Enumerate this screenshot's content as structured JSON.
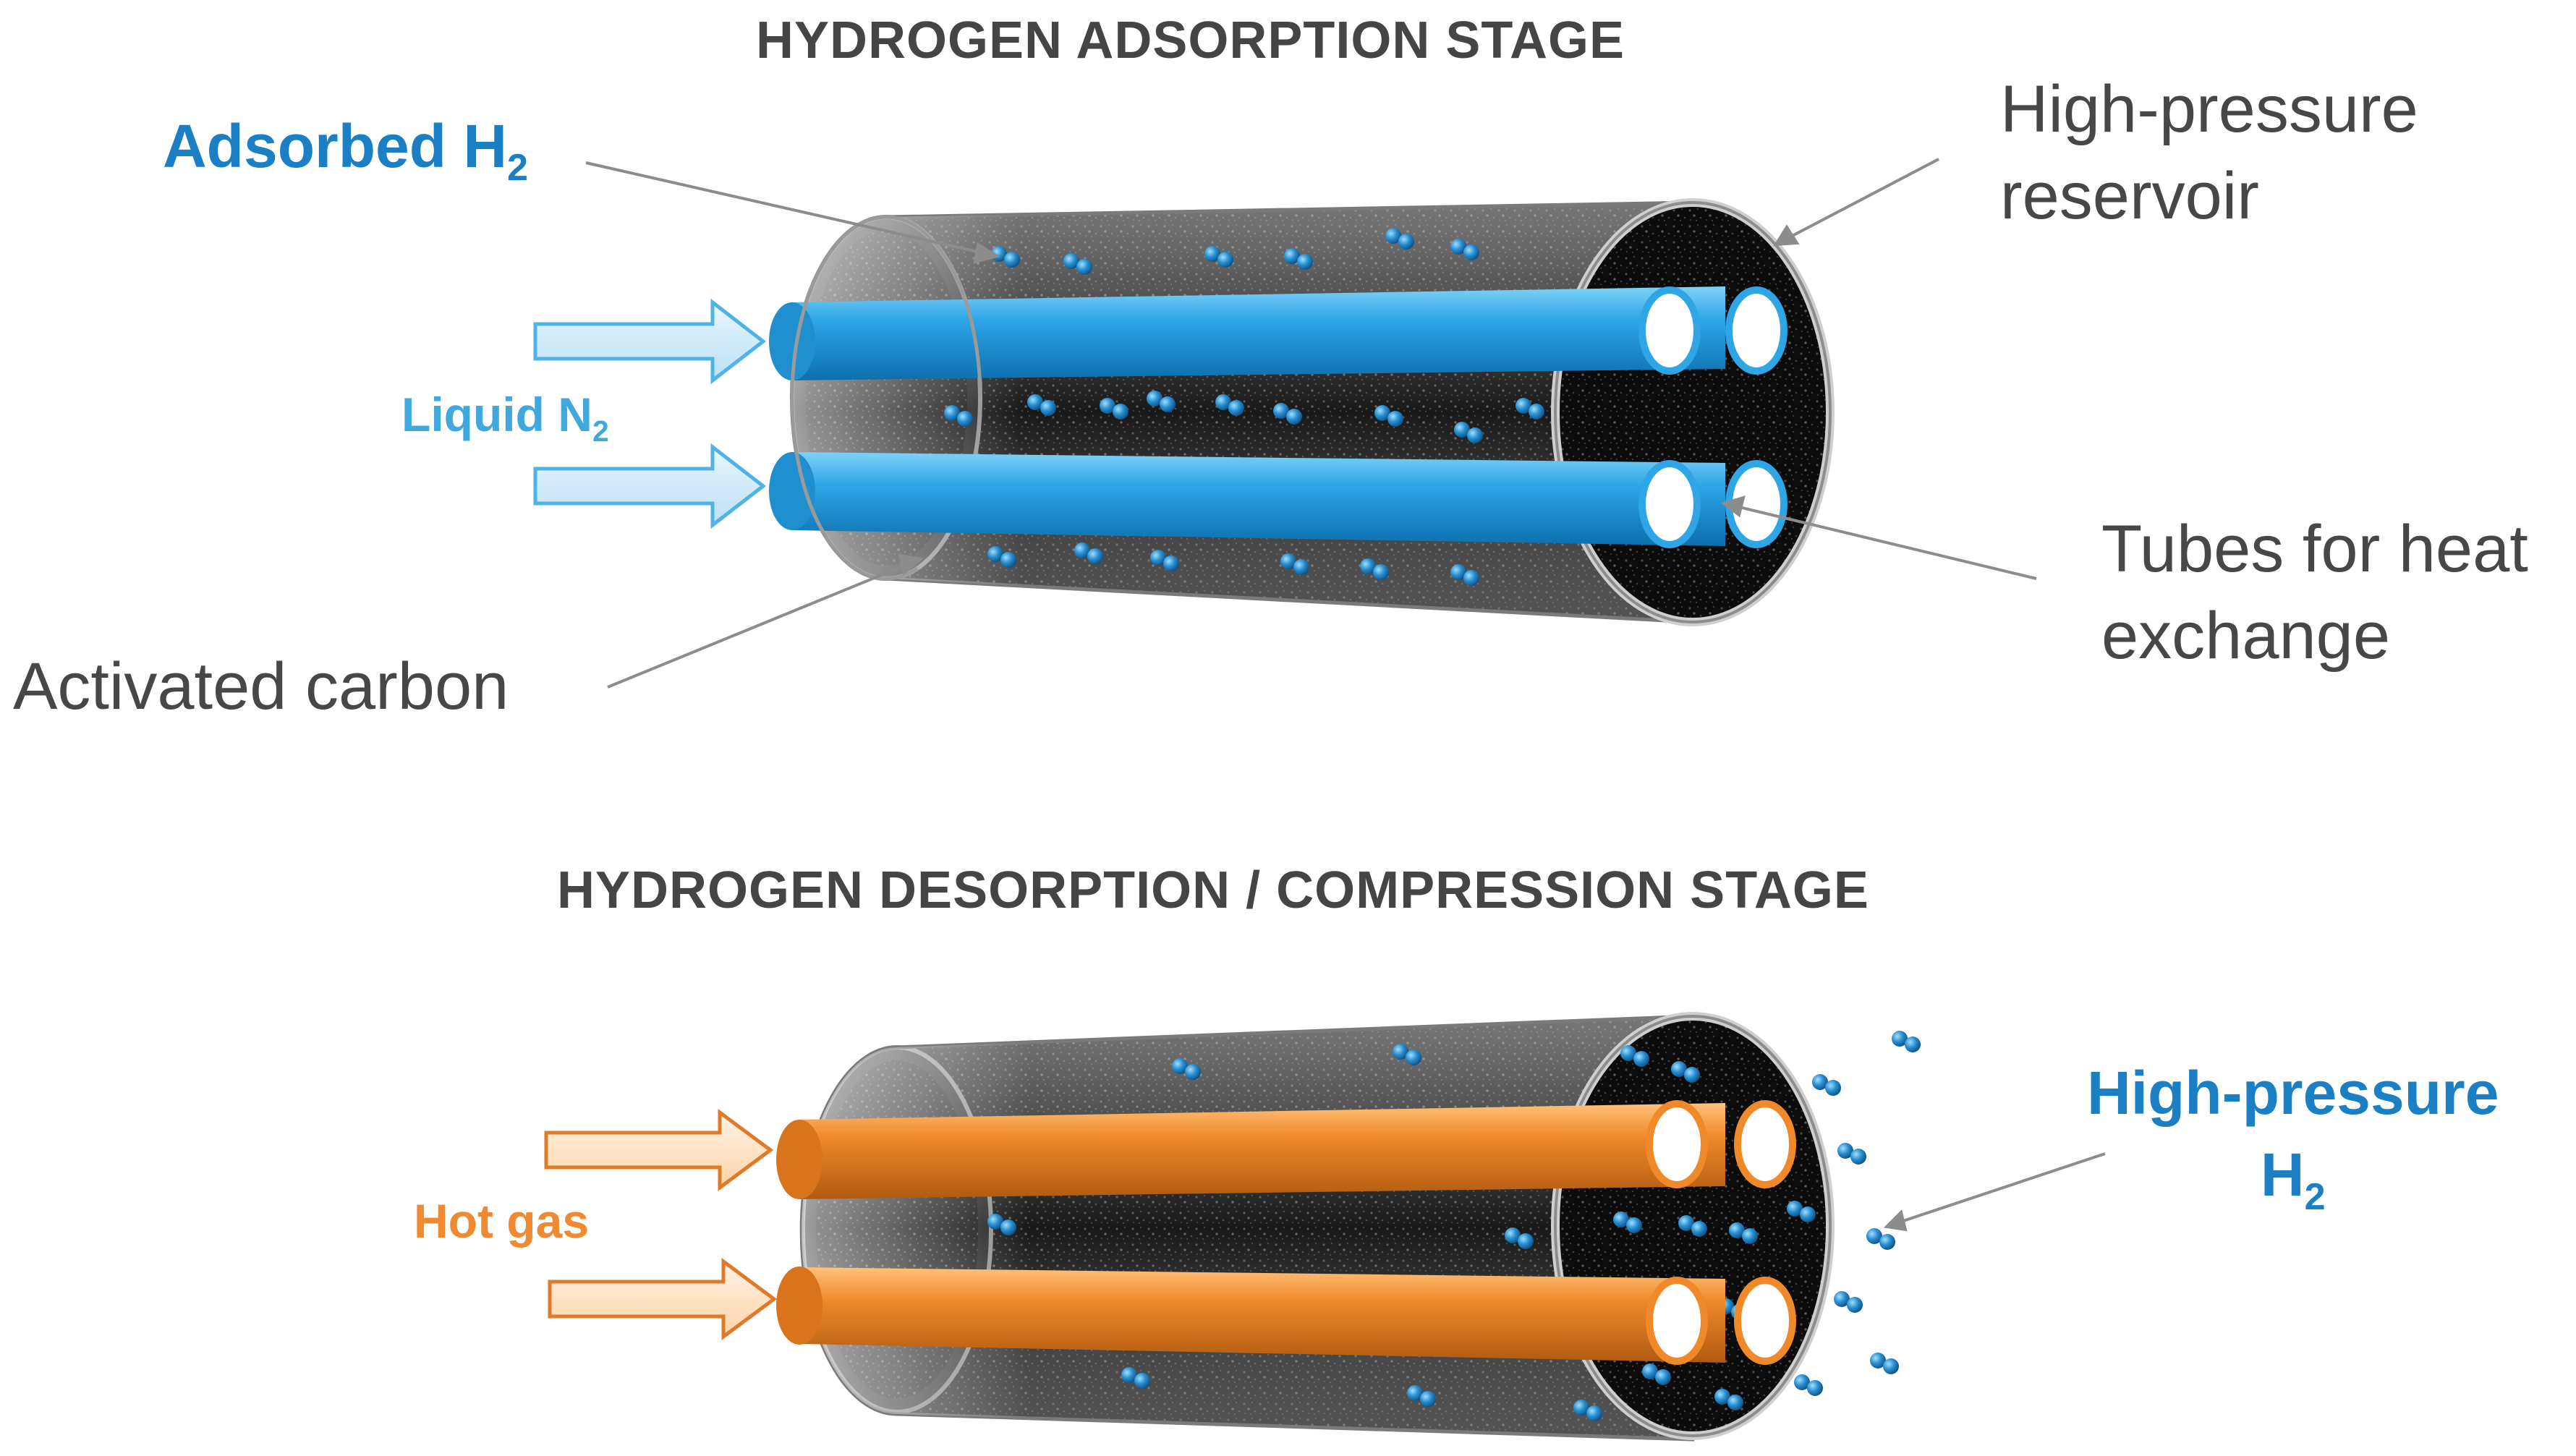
{
  "adsorption": {
    "title": "HYDROGEN ADSORPTION STAGE",
    "adsorbed_main": "Adsorbed H",
    "adsorbed_sub": "2",
    "reservoir_line1": "High-pressure",
    "reservoir_line2": "reservoir",
    "coolant_main": "Liquid N",
    "coolant_sub": "2",
    "tubes_line1": "Tubes for heat",
    "tubes_line2": "exchange",
    "carbon": "Activated carbon"
  },
  "desorption": {
    "title": "HYDROGEN DESORPTION / COMPRESSION STAGE",
    "heating": "Hot gas",
    "output_line1": "High-pressure",
    "output_main": "H",
    "output_sub": "2"
  },
  "colors": {
    "title_gray": "#454545",
    "label_gray": "#474747",
    "h2_blue": "#1a7fc4",
    "nitrogen_blue": "#3fa8dc",
    "hot_orange": "#f08a32",
    "tube_blue": "#2ea6e6",
    "tube_orange": "#f0892a",
    "carbon_black": "#0c0c0c"
  },
  "icons": [
    "arrow-right-icon",
    "hydrogen-molecule-icon",
    "heat-exchange-tube-icon",
    "reservoir-cylinder-icon"
  ]
}
